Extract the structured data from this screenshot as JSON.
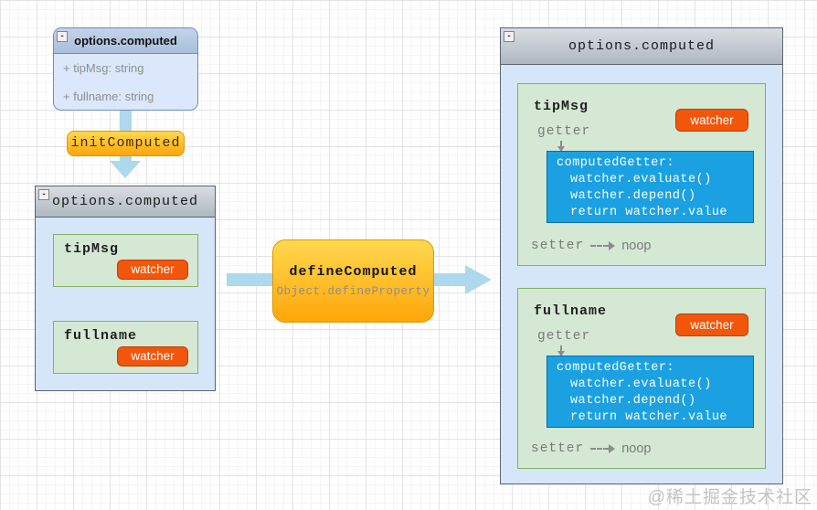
{
  "uml_box": {
    "collapse_glyph": "-",
    "title": "options.computed",
    "fields": [
      "+ tipMsg: string",
      "+ fullname: string"
    ]
  },
  "init_computed": {
    "label": "initComputed"
  },
  "left_box": {
    "collapse_glyph": "-",
    "title": "options.computed",
    "items": [
      {
        "name": "tipMsg",
        "badge": "watcher"
      },
      {
        "name": "fullname",
        "badge": "watcher"
      }
    ]
  },
  "define_computed": {
    "title": "defineComputed",
    "subtitle": "Object.defineProperty"
  },
  "right_box": {
    "collapse_glyph": "-",
    "title": "options.computed",
    "sections": [
      {
        "name": "tipMsg",
        "badge": "watcher",
        "getter_label": "getter",
        "code": [
          "computedGetter:",
          "watcher.evaluate()",
          "watcher.depend()",
          "return watcher.value"
        ],
        "setter_label": "setter",
        "setter_value": "noop"
      },
      {
        "name": "fullname",
        "badge": "watcher",
        "getter_label": "getter",
        "code": [
          "computedGetter:",
          "watcher.evaluate()",
          "watcher.depend()",
          "return watcher.value"
        ],
        "setter_label": "setter",
        "setter_value": "noop"
      }
    ]
  },
  "watermark": "@稀土掘金技术社区",
  "colors": {
    "node_orange_top": "#ffd84e",
    "node_orange_bottom": "#ffa60a",
    "node_orange_border": "#d79b00",
    "watcher_badge": "#f2560b",
    "watcher_badge_border": "#bf3f00",
    "code_blue": "#1ba1e2",
    "code_blue_border": "#006eaf",
    "green_fill": "#d5e8d4",
    "green_border": "#82b366",
    "blue_fill": "#d5e6f8",
    "uml_blue_fill": "#dbe8fb",
    "uml_blue_border": "#6c8ebf",
    "gray_border": "#5a6470",
    "arrow_blue": "#aed8ec"
  }
}
